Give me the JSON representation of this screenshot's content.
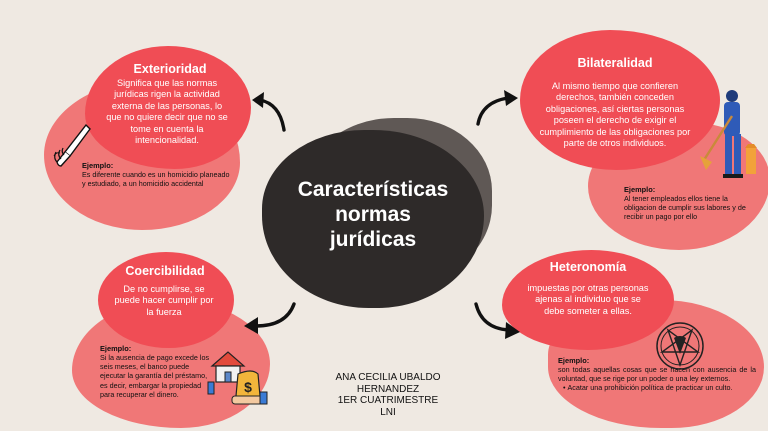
{
  "center": {
    "title_line1": "Características",
    "title_line2": "normas",
    "title_line3": "jurídicas"
  },
  "author": {
    "line1": "ANA CECILIA UBALDO",
    "line2": "HERNANDEZ",
    "line3": "1ER CUATRIMESTRE",
    "line4": "LNI"
  },
  "exterioridad": {
    "title": "Exterioridad",
    "description": "Significa que las normas jurídicas rigen la actividad externa de las personas, lo que no quiere decir que no se tome en cuenta la intencionalidad.",
    "example_label": "Ejemplo:",
    "example_text": "Es diferente cuando es un homicidio planeado y estudiado, a un homicidio accidental"
  },
  "bilateralidad": {
    "title": "Bilateralidad",
    "description": "Al mismo tiempo que confieren derechos, también conceden obligaciones, así ciertas personas poseen el derecho de exigir el cumplimiento de las obligaciones por parte de otros individuos.",
    "example_label": "Ejemplo:",
    "example_text": "Al tener empleados ellos tiene la obligacion de cumplir sus labores y de recibir un pago por ello"
  },
  "coercibilidad": {
    "title": "Coercibilidad",
    "description": "De no cumplirse, se puede hacer cumplir por la fuerza",
    "example_label": "Ejemplo:",
    "example_text": "Si la ausencia de pago excede los seis meses, el banco puede ejecutar la garantía del préstamo, es decir, embargar la propiedad para recuperar el dinero."
  },
  "heteronomia": {
    "title": "Heteronomía",
    "description": "impuestas por otras personas ajenas al individuo que se debe someter a ellas.",
    "example_label": "Ejemplo:",
    "example_text": "son todas aquellas cosas que se hacen con ausencia de la voluntad, que se rige por un poder o una ley externos.",
    "example_bullet": "Acatar una prohibición política de practicar un culto."
  },
  "colors": {
    "background": "#efe9e2",
    "blob_light": "#f07777",
    "blob_dark": "#f04d55",
    "center_dark": "#2e2a29",
    "center_shadow": "#5f5855"
  },
  "icons": [
    "knife-icon",
    "janitor-icon",
    "house-money-icon",
    "pentagram-icon",
    "curved-arrow-icon"
  ]
}
